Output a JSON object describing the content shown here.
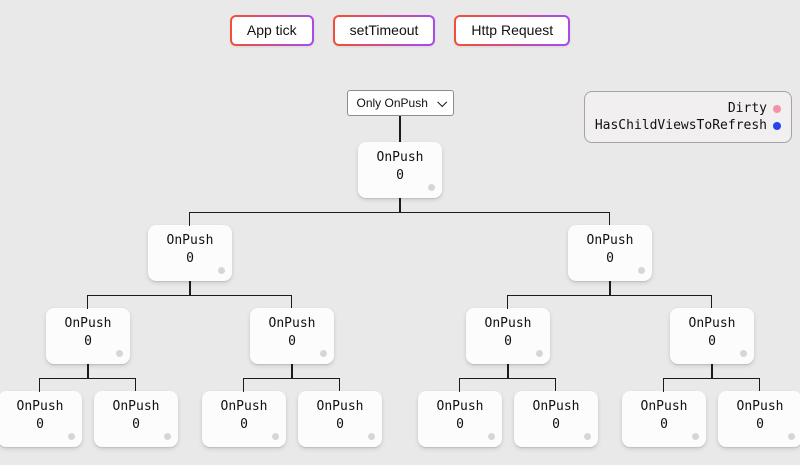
{
  "page": {
    "background_color": "#e9e9e9",
    "connector_color": "#1b1b1b"
  },
  "toolbar": {
    "gradient_start_color": "#f0503a",
    "gradient_end_color": "#aa4be6",
    "buttons": [
      {
        "label": "App tick"
      },
      {
        "label": "setTimeout"
      },
      {
        "label": "Http Request"
      }
    ]
  },
  "strategy_select": {
    "value": "Only OnPush"
  },
  "legend": {
    "items": [
      {
        "label": "Dirty",
        "color": "#f291ac"
      },
      {
        "label": "HasChildViewsToRefresh",
        "color": "#2743f0"
      }
    ]
  },
  "tree": {
    "root": {
      "label": "OnPush",
      "value": "0",
      "indicator_color": "#d6d6d6",
      "children": [
        {
          "label": "OnPush",
          "value": "0",
          "indicator_color": "#d6d6d6",
          "children": [
            {
              "label": "OnPush",
              "value": "0",
              "indicator_color": "#d6d6d6",
              "children": [
                {
                  "label": "OnPush",
                  "value": "0",
                  "indicator_color": "#d6d6d6",
                  "children": []
                },
                {
                  "label": "OnPush",
                  "value": "0",
                  "indicator_color": "#d6d6d6",
                  "children": []
                }
              ]
            },
            {
              "label": "OnPush",
              "value": "0",
              "indicator_color": "#d6d6d6",
              "children": [
                {
                  "label": "OnPush",
                  "value": "0",
                  "indicator_color": "#d6d6d6",
                  "children": []
                },
                {
                  "label": "OnPush",
                  "value": "0",
                  "indicator_color": "#d6d6d6",
                  "children": []
                }
              ]
            }
          ]
        },
        {
          "label": "OnPush",
          "value": "0",
          "indicator_color": "#d6d6d6",
          "children": [
            {
              "label": "OnPush",
              "value": "0",
              "indicator_color": "#d6d6d6",
              "children": [
                {
                  "label": "OnPush",
                  "value": "0",
                  "indicator_color": "#d6d6d6",
                  "children": []
                },
                {
                  "label": "OnPush",
                  "value": "0",
                  "indicator_color": "#d6d6d6",
                  "children": []
                }
              ]
            },
            {
              "label": "OnPush",
              "value": "0",
              "indicator_color": "#d6d6d6",
              "children": [
                {
                  "label": "OnPush",
                  "value": "0",
                  "indicator_color": "#d6d6d6",
                  "children": []
                },
                {
                  "label": "OnPush",
                  "value": "0",
                  "indicator_color": "#d6d6d6",
                  "children": []
                }
              ]
            }
          ]
        }
      ]
    }
  }
}
